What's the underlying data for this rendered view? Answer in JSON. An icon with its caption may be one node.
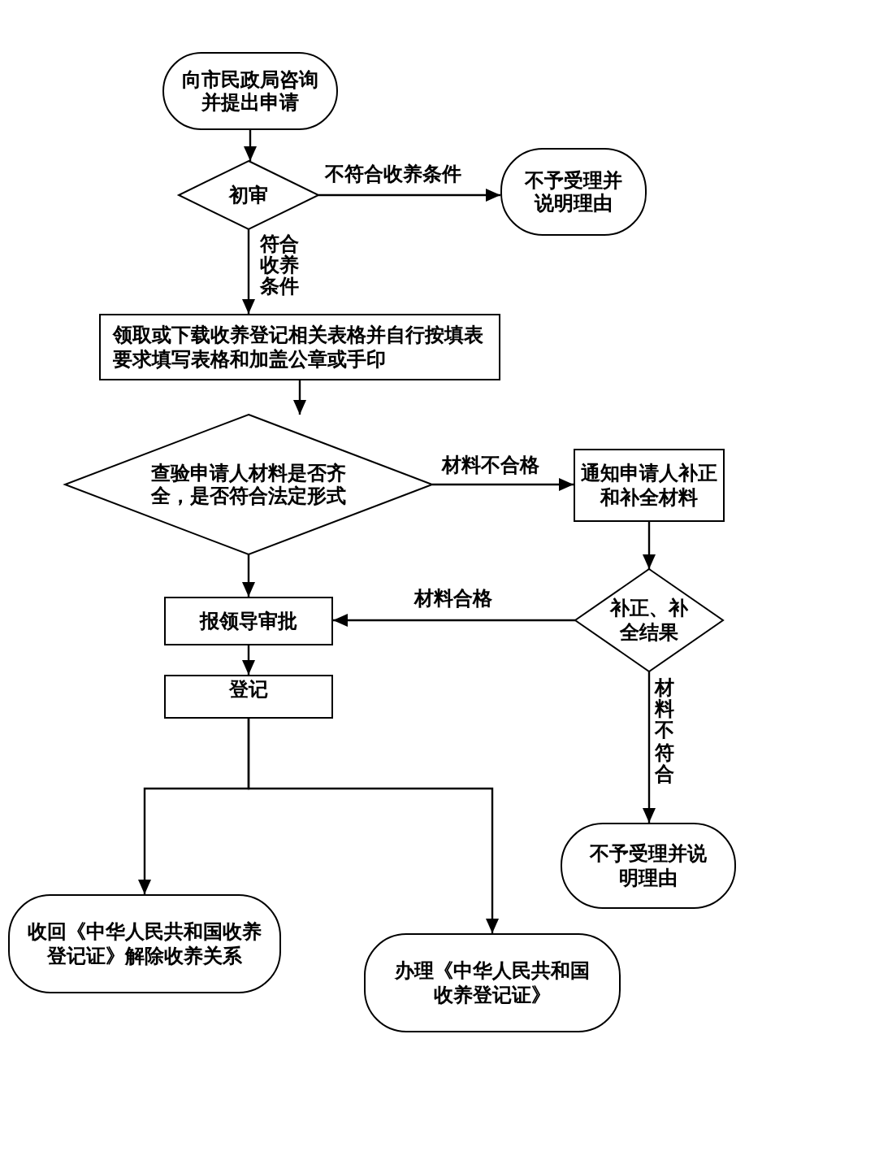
{
  "diagram": {
    "nodes": [
      {
        "text": [
          "向市民政局咨询并提出申请"
        ]
      },
      {
        "text": [
          "初审"
        ]
      },
      {
        "text": [
          "不予受理并说明理由"
        ]
      },
      {
        "text": [
          "领取或下载收养登记相关表格并自行按填表要求填写表格和加盖公章或手印"
        ]
      },
      {
        "text": [
          "查验申请人材料是否齐全，是否符合法定形式"
        ]
      },
      {
        "text": [
          "通知申请人补正和补全材料"
        ]
      },
      {
        "text": [
          "补正、补全结果"
        ]
      },
      {
        "text": [
          "报领导审批"
        ]
      },
      {
        "text": [
          "登记"
        ]
      },
      {
        "text": [
          "不予受理并说明理由"
        ]
      },
      {
        "text": [
          "收回《中华人民共和国收养登记证》解除收养关系"
        ]
      },
      {
        "text": [
          "办理《中华人民共和国收养登记证》"
        ]
      }
    ],
    "edges": [
      {
        "from": 0,
        "to": 1,
        "arrow": "to"
      },
      {
        "from": 1,
        "to": 2,
        "arrow": "to",
        "label": "不符合收养条件"
      },
      {
        "from": 1,
        "to": 3,
        "arrow": "to",
        "label": "符合收养条件"
      },
      {
        "from": 3,
        "to": 4,
        "arrow": "to"
      },
      {
        "from": 4,
        "to": 5,
        "arrow": "to",
        "label": "材料不合格"
      },
      {
        "from": 4,
        "to": 7,
        "arrow": "to"
      },
      {
        "from": 5,
        "to": 6,
        "arrow": "to"
      },
      {
        "from": 6,
        "to": 7,
        "arrow": "to",
        "label": "材料合格"
      },
      {
        "from": 7,
        "to": 8,
        "arrow": "to"
      },
      {
        "from": 6,
        "to": 9,
        "arrow": "to",
        "label": "材料不符合"
      },
      {
        "from": 8,
        "to": 10,
        "arrow": "to"
      },
      {
        "from": 8,
        "to": 11,
        "arrow": "to"
      }
    ]
  }
}
